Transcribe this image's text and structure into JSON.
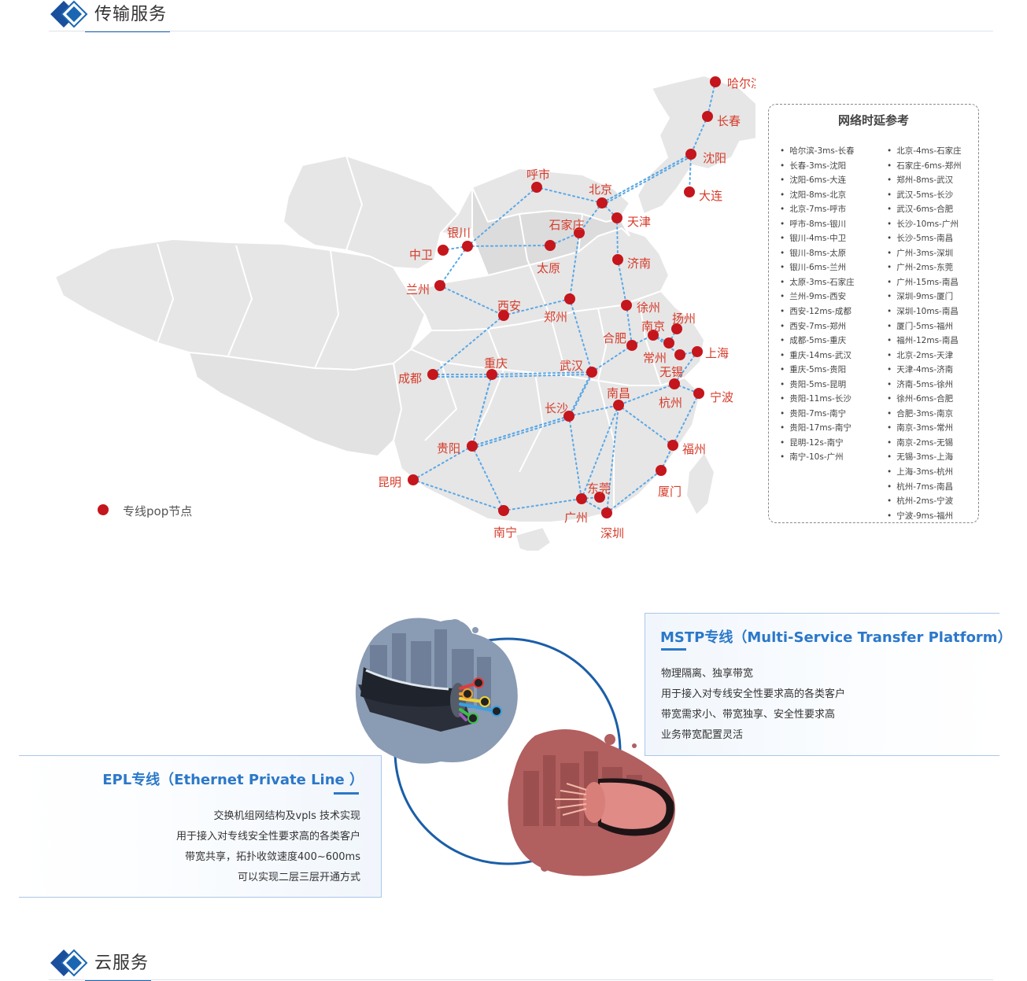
{
  "sections": {
    "transmission_title": "传输服务",
    "cloud_title": "云服务"
  },
  "legend": {
    "label": "专线pop节点",
    "color": "#c4161c"
  },
  "latency": {
    "title": "网络时延参考",
    "col1": [
      "哈尔滨-3ms-长春",
      "长春-3ms-沈阳",
      "沈阳-6ms-大连",
      "沈阳-8ms-北京",
      "北京-7ms-呼市",
      "呼市-8ms-银川",
      "银川-4ms-中卫",
      "银川-8ms-太原",
      "银川-6ms-兰州",
      "太原-3ms-石家庄",
      "兰州-9ms-西安",
      "西安-12ms-成都",
      "西安-7ms-郑州",
      "成都-5ms-重庆",
      "重庆-14ms-武汉",
      "重庆-5ms-贵阳",
      "贵阳-5ms-昆明",
      "贵阳-11ms-长沙",
      "贵阳-7ms-南宁",
      "贵阳-17ms-南宁",
      "昆明-12s-南宁",
      "南宁-10s-广州"
    ],
    "col2": [
      "北京-4ms-石家庄",
      "石家庄-6ms-郑州",
      "郑州-8ms-武汉",
      "武汉-5ms-长沙",
      "武汉-6ms-合肥",
      "长沙-10ms-广州",
      "长沙-5ms-南昌",
      "广州-3ms-深圳",
      "广州-2ms-东莞",
      "广州-15ms-南昌",
      "深圳-9ms-厦门",
      "深圳-10ms-南昌",
      "厦门-5ms-福州",
      "福州-12ms-南昌",
      "北京-2ms-天津",
      "天津-4ms-济南",
      "济南-5ms-徐州",
      "徐州-6ms-合肥",
      "合肥-3ms-南京",
      "南京-3ms-常州",
      "南京-2ms-无锡",
      "无锡-3ms-上海",
      "上海-3ms-杭州",
      "杭州-7ms-南昌",
      "杭州-2ms-宁波",
      "宁波-9ms-福州"
    ]
  },
  "cities": {
    "harbin": "哈尔滨",
    "changchun": "长春",
    "shenyang": "沈阳",
    "dalian": "大连",
    "beijing": "北京",
    "tianjin": "天津",
    "hushi": "呼市",
    "shijiazhuang": "石家庄",
    "yinchuan": "银川",
    "zhongwei": "中卫",
    "taiyuan": "太原",
    "jinan": "济南",
    "lanzhou": "兰州",
    "xian": "西安",
    "zhengzhou": "郑州",
    "xuzhou": "徐州",
    "yangzhou": "扬州",
    "nanjing": "南京",
    "hefei": "合肥",
    "changzhou": "常州",
    "shanghai": "上海",
    "wuxi": "无锡",
    "chengdu": "成都",
    "chongqing": "重庆",
    "wuhan": "武汉",
    "hangzhou": "杭州",
    "ningbo": "宁波",
    "nanchang": "南昌",
    "changsha": "长沙",
    "guiyang": "贵阳",
    "fuzhou": "福州",
    "kunming": "昆明",
    "xiamen": "厦门",
    "dongguan": "东莞",
    "guangzhou": "广州",
    "nanning": "南宁",
    "shenzhen": "深圳"
  },
  "mstp": {
    "title": "MSTP专线（Multi-Service Transfer Platform）",
    "lines": [
      "物理隔离、独享带宽",
      "用于接入对专线安全性要求高的各类客户",
      "带宽需求小、带宽独享、安全性要求高",
      "业务带宽配置灵活"
    ]
  },
  "epl": {
    "title": "EPL专线（Ethernet Private Line ）",
    "lines": [
      "交换机组网结构及vpls 技术实现",
      "用于接入对专线安全性要求高的各类客户",
      "带宽共享，拓扑收敛速度400~600ms",
      "可以实现二层三层开通方式"
    ]
  },
  "colors": {
    "accent": "#2b78c9",
    "node": "#c4161c",
    "link": "#5aa8e6",
    "map_fill": "#e6e6e6"
  }
}
